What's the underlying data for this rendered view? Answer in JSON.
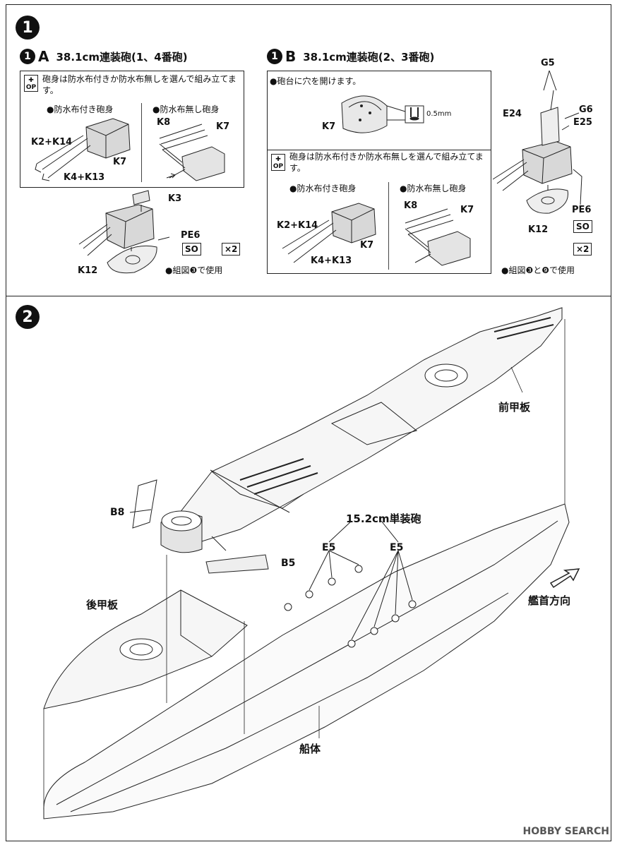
{
  "step1": {
    "number": "1",
    "sectionA": {
      "num": "1",
      "letter": "A",
      "title": "38.1cm連装砲(1、4番砲)",
      "op_note": "砲身は防水布付きか防水布無しを選んで組み立てます。",
      "op_badge": "OP",
      "variant_with": "●防水布付き砲身",
      "variant_without": "●防水布無し砲身",
      "labels": {
        "k2k14": "K2+K14",
        "k7a": "K7",
        "k4k13": "K4+K13",
        "k8": "K8",
        "k7b": "K7",
        "k3": "K3",
        "pe6": "PE6",
        "k12": "K12"
      },
      "so_badge": "SO",
      "qty": "×2",
      "use_note": "●組図❸で使用"
    },
    "sectionB": {
      "num": "1",
      "letter": "B",
      "title": "38.1cm連装砲(2、3番砲)",
      "drill_note": "●砲台に穴を開けます。",
      "drill_size": "0.5mm",
      "k7_top": "K7",
      "op_note": "砲身は防水布付きか防水布無しを選んで組み立てます。",
      "op_badge": "OP",
      "variant_with": "●防水布付き砲身",
      "variant_without": "●防水布無し砲身",
      "labels": {
        "k2k14": "K2+K14",
        "k7a": "K7",
        "k4k13": "K4+K13",
        "k8": "K8",
        "k7b": "K7",
        "g5": "G5",
        "e24": "E24",
        "g6": "G6",
        "e25": "E25",
        "pe6": "PE6",
        "k12": "K12"
      },
      "so_badge": "SO",
      "qty": "×2",
      "use_note": "●組図❸と❾で使用"
    }
  },
  "step2": {
    "number": "2",
    "labels": {
      "b8": "B8",
      "b5": "B5",
      "gun152": "15.2cm単装砲",
      "e5a": "E5",
      "e5b": "E5",
      "fore_deck": "前甲板",
      "aft_deck": "後甲板",
      "hull": "船体",
      "bow_dir": "艦首方向"
    }
  },
  "watermark": "HOBBY SEARCH"
}
